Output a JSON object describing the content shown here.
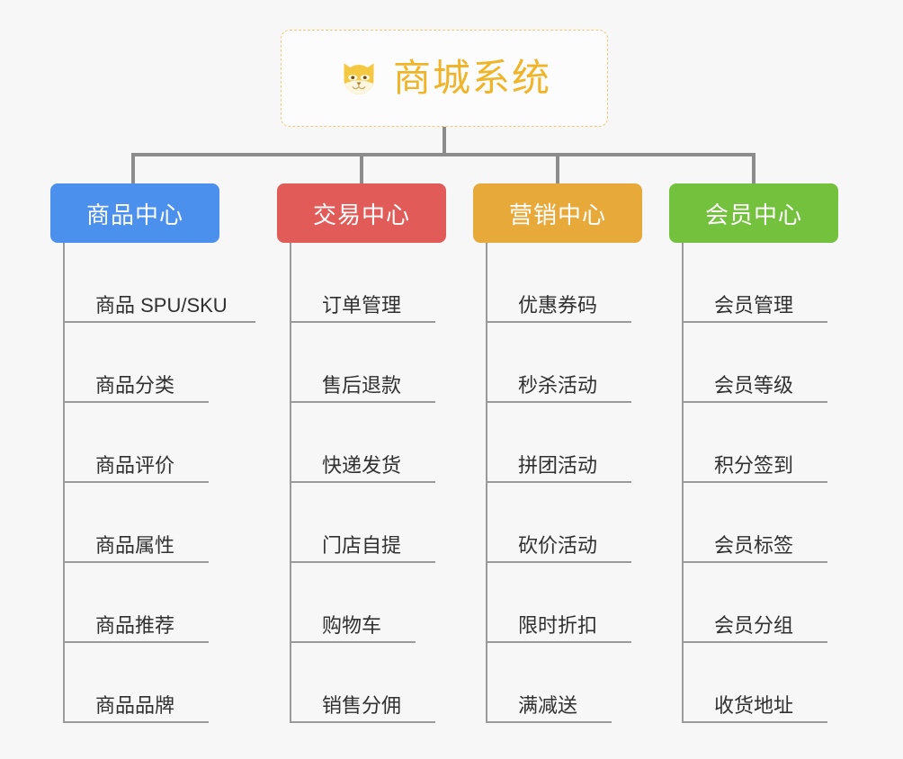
{
  "root": {
    "title": "商城系统",
    "icon": "dog-face-icon",
    "border_color": "#eec97a",
    "text_color": "#f0b429"
  },
  "connector_color": "#8c8c8c",
  "background_color": "#f7f7f7",
  "rule_color": "#9a9a9a",
  "columns": [
    {
      "id": "product-center",
      "label": "商品中心",
      "color": "#4a90ec",
      "items": [
        "商品 SPU/SKU",
        "商品分类",
        "商品评价",
        "商品属性",
        "商品推荐",
        "商品品牌"
      ]
    },
    {
      "id": "trade-center",
      "label": "交易中心",
      "color": "#e15b58",
      "items": [
        "订单管理",
        "售后退款",
        "快递发货",
        "门店自提",
        "购物车",
        "销售分佣"
      ]
    },
    {
      "id": "marketing-center",
      "label": "营销中心",
      "color": "#e8a93b",
      "items": [
        "优惠券码",
        "秒杀活动",
        "拼团活动",
        "砍价活动",
        "限时折扣",
        "满减送"
      ]
    },
    {
      "id": "member-center",
      "label": "会员中心",
      "color": "#73c13d",
      "items": [
        "会员管理",
        "会员等级",
        "积分签到",
        "会员标签",
        "会员分组",
        "收货地址"
      ]
    }
  ]
}
